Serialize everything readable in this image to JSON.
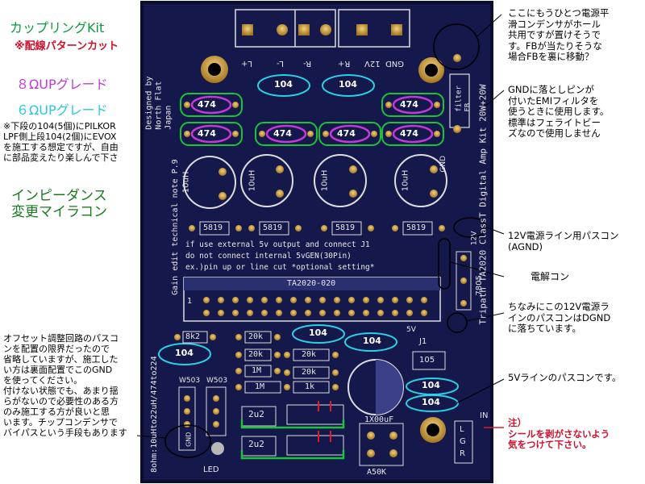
{
  "legend": {
    "coupling": "カップリングKit",
    "wiring_cut": "※配線パターンカット",
    "upgrade_8ohm": "８ΩUPグレード",
    "upgrade_6ohm": "６ΩUPグレード",
    "note_104": "※下段の104(5個)にPILKOR\nLPF側上段104(2個)にEVOX\nを施工する想定ですが、自由\nに部品変えたり楽しんで下さ",
    "impedance": "インピーダンス\n変更マイラコン",
    "offset_note": "オフセット調整回路のパスコ\nンを配置の限界だったので\n省略していますが、施工した\nい方は裏面配置でこのGND\nを使ってください。\n付けない状態でも、あまり揺\nらがないので必要性のある方\nのみ施工する方が良いと思\nいます。チップコンデンサで\nバイパスという手段もあります"
  },
  "annotations": {
    "cap_note": "ここにもうひとつ電源平\n滑コンデンサがホール\n共用ですが置けそうで\nす。FBが当たりそうな\n場合FBを裏に移動？",
    "gnd_note": "GNDに落としピンが\n付いたEMIフィルタを\n使うときに使用します。\n標準はフェライトビー\nズなので使用しません",
    "bypass_12v": "12V電源ライン用パスコン\n(AGND)",
    "electrolytic": "電解コン",
    "dgnd_note": "ちなみにこの12V電源ラ\nインのパスコンはDGND\nに落ちています。",
    "bypass_5v": "5Vラインのパスコンです。",
    "caution": "注）\nシールを剥がさないよう\n気をつけて下さい。"
  },
  "board": {
    "designed_by": "Designed by\nNorth Flat Japan",
    "note_title": "Gain edit technical note P.9",
    "side_text": "8ohm:10uHto22uH/474to224",
    "product": "Tripath TA2020 ClassT Digital Amp Kit 20W+20W",
    "terminals": [
      "L+",
      "L-",
      "R-",
      "R+",
      "12V",
      "GND"
    ],
    "filter_label": "filter\nFB",
    "cap_474": "474",
    "cap_104": "104",
    "inductor": "10uH",
    "diode": "5819",
    "info_line1": "if use external 5v output and connect J1",
    "info_line2": "do not connect internal 5vGEN(30Pin)",
    "info_line3": "ex.)pin up or line cut  *optional setting*",
    "ic": "TA2020-020",
    "ic_pin1": "1",
    "res_8k2": "8k2",
    "res_20k": "20k",
    "res_1m": "1M",
    "res_1k": "1k",
    "cap_2u2": "2u2",
    "cap_105": "105",
    "cap_1x00uf": "1X00uF",
    "vr": "A50K",
    "regulator": "7805",
    "j1": "J1",
    "gnd": "GND",
    "v5": "5V",
    "v12": "12V",
    "w503": "W503",
    "led": "LED",
    "in_label": "IN",
    "in_pins": [
      "L",
      "G",
      "R"
    ]
  },
  "colors": {
    "pcb": "#15184a",
    "silk": "#e8e8e8",
    "gold": "#c99b3a",
    "coupling_green": "#0a9a3a",
    "cut_red": "#d0102a",
    "upgrade_magenta": "#c23ad6",
    "upgrade_cyan": "#27c8e0",
    "impedance_green": "#1a7a22"
  }
}
